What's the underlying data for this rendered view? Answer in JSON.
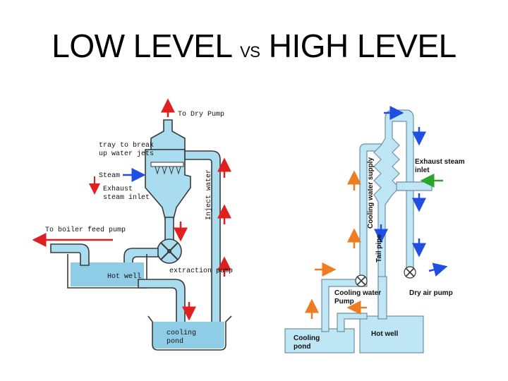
{
  "title": {
    "left": "LOW LEVEL",
    "vs": "VS",
    "right": "HIGH LEVEL"
  },
  "low_level": {
    "labels": {
      "to_dry_pump": "To Dry Pump",
      "tray_line1": "tray to break",
      "tray_line2": "up water jets",
      "steam": "Steam",
      "exhaust_line1": "Exhaust",
      "exhaust_line2": "steam inlet",
      "inject_water": "Inject water",
      "to_boiler_feed_pump": "To boiler feed pump",
      "hot_well": "Hot well",
      "extraction_pump": "extraction pump",
      "cooling_pond_line1": "cooling",
      "cooling_pond_line2": "pond"
    }
  },
  "high_level": {
    "labels": {
      "exhaust_line1": "Exhaust steam",
      "exhaust_line2": "inlet",
      "cooling_water_supply": "Cooling water supply",
      "tail_pipe": "Tail pipe",
      "cooling_water_pump_line1": "Cooling water",
      "cooling_water_pump_line2": "Pump",
      "dry_air_pump": "Dry air pump",
      "hot_well": "Hot well",
      "cooling_pond_line1": "Cooling",
      "cooling_pond_line2": "pond"
    }
  },
  "colors": {
    "water": "#8fcde6",
    "flow_red": "#e02020",
    "flow_blue": "#1e4fe0",
    "flow_orange": "#ee7d22",
    "flow_green": "#2aa52a"
  }
}
